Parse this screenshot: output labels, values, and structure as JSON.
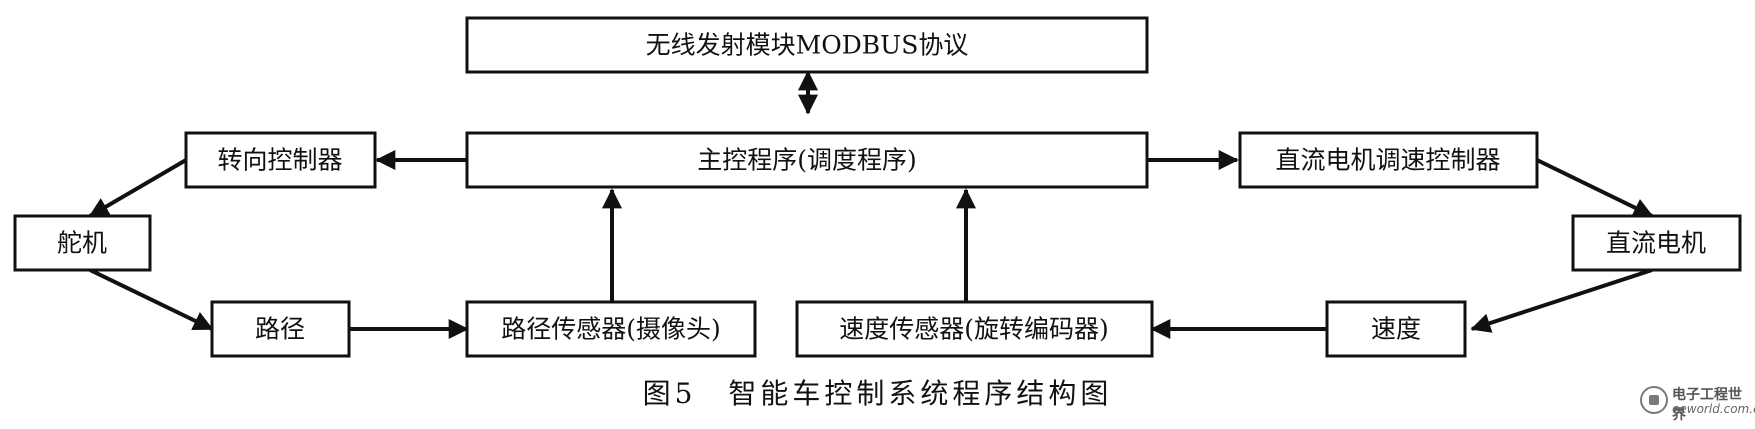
{
  "diagram": {
    "nodes": [
      {
        "id": "wireless",
        "label": "无线发射模块MODBUS协议"
      },
      {
        "id": "main",
        "label": "主控程序(调度程序)"
      },
      {
        "id": "steer_ctrl",
        "label": "转向控制器"
      },
      {
        "id": "servo",
        "label": "舵机"
      },
      {
        "id": "path",
        "label": "路径"
      },
      {
        "id": "path_sensor",
        "label": "路径传感器(摄像头)"
      },
      {
        "id": "dc_ctrl",
        "label": "直流电机调速控制器"
      },
      {
        "id": "dc_motor",
        "label": "直流电机"
      },
      {
        "id": "speed",
        "label": "速度"
      },
      {
        "id": "speed_sensor",
        "label": "速度传感器(旋转编码器)"
      }
    ],
    "edges": [
      {
        "from": "main",
        "to": "wireless",
        "bidirectional": true
      },
      {
        "from": "main",
        "to": "steer_ctrl"
      },
      {
        "from": "steer_ctrl",
        "to": "servo"
      },
      {
        "from": "servo",
        "to": "path"
      },
      {
        "from": "path",
        "to": "path_sensor"
      },
      {
        "from": "path_sensor",
        "to": "main"
      },
      {
        "from": "main",
        "to": "dc_ctrl"
      },
      {
        "from": "dc_ctrl",
        "to": "dc_motor"
      },
      {
        "from": "dc_motor",
        "to": "speed"
      },
      {
        "from": "speed",
        "to": "speed_sensor"
      },
      {
        "from": "speed_sensor",
        "to": "main"
      }
    ]
  },
  "caption": "图5　智能车控制系统程序结构图",
  "watermark": {
    "name": "电子工程世界",
    "url": "eeworld.com.cn"
  }
}
